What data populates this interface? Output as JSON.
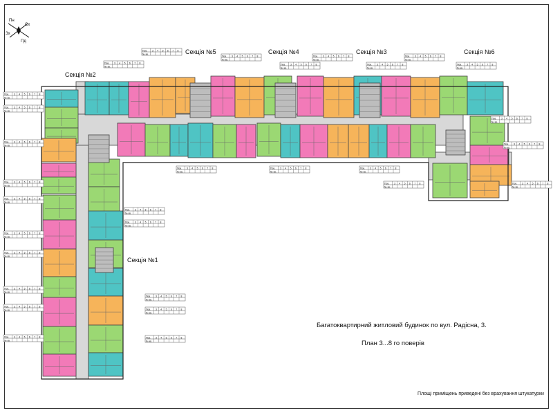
{
  "compass": {
    "n": "Пн",
    "e": "Сх",
    "s": "Пд",
    "w": "Зх"
  },
  "sections": {
    "s1": "Секція №1",
    "s2": "Секція №2",
    "s3": "Секція №3",
    "s4": "Секція №4",
    "s5": "Секція №5",
    "s6": "Секція №6"
  },
  "title": "Багатоквартирний житловий будинок по вул. Радісна, 3.",
  "subtitle": "План 3...8 го поверів",
  "note": "Площі приміщень приведені без врахування штукатурки",
  "table": {
    "floor_label": "Пов.",
    "apt_label": "№ кв.",
    "floors": [
      "3",
      "4",
      "5",
      "6",
      "7",
      "8"
    ]
  },
  "colors": {
    "cyan": "#4fc4c4",
    "pink": "#f27ab8",
    "orange": "#f6b45a",
    "green": "#9bd873",
    "corridor": "#d8d8d8",
    "wall": "#444"
  }
}
